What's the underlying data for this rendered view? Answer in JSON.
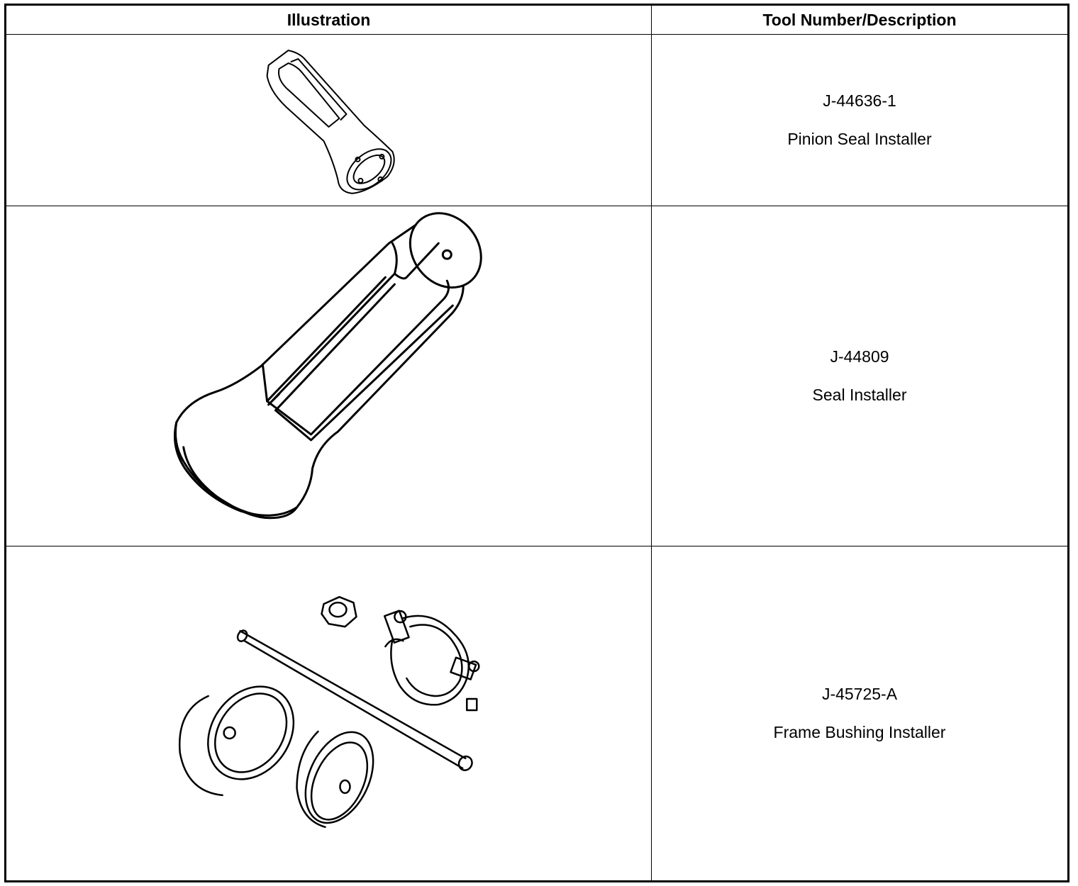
{
  "table": {
    "headers": [
      "Illustration",
      "Tool Number/Description"
    ],
    "rows": [
      {
        "tool_number": "J-44636-1",
        "description": "Pinion Seal Installer",
        "illustration": "pinion-seal-installer-drawing"
      },
      {
        "tool_number": "J-44809",
        "description": "Seal Installer",
        "illustration": "seal-installer-drawing"
      },
      {
        "tool_number": "J-45725-A",
        "description": "Frame Bushing Installer",
        "illustration": "frame-bushing-installer-drawing"
      }
    ]
  }
}
